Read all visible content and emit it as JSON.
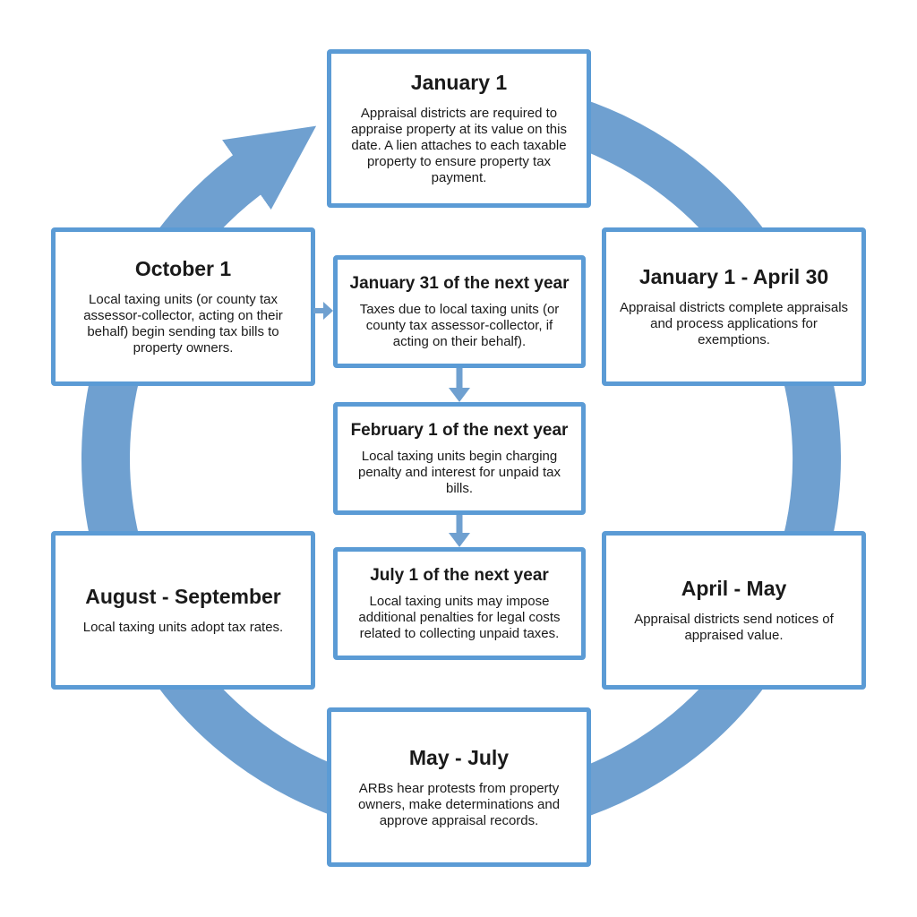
{
  "colors": {
    "ring_color": "#6FA0D0",
    "box_border": "#5B9BD5",
    "box_bg": "#FFFFFF",
    "text_color": "#1A1A1A",
    "background": "#FFFFFF"
  },
  "boxes": {
    "january1": {
      "title": "January 1",
      "body": "Appraisal districts are required to appraise property at its value on this date. A lien attaches to each taxable property to ensure property tax payment."
    },
    "january1_april30": {
      "title": "January 1 - April 30",
      "body": "Appraisal districts complete appraisals and process applications for exemptions."
    },
    "april_may": {
      "title": "April - May",
      "body": "Appraisal districts send notices of appraised value."
    },
    "may_july": {
      "title": "May - July",
      "body": "ARBs hear protests from property owners, make determinations and approve appraisal records."
    },
    "august_september": {
      "title": "August - September",
      "body": "Local taxing units adopt tax rates."
    },
    "october1": {
      "title": "October 1",
      "body": "Local taxing units (or county tax assessor-collector, acting on their behalf) begin sending tax bills to property owners."
    },
    "january31_next": {
      "title": "January 31 of the next year",
      "body": "Taxes due to local taxing units (or county tax assessor-collector, if acting on their behalf)."
    },
    "february1_next": {
      "title": "February 1 of the next year",
      "body": "Local taxing units begin charging penalty and interest for unpaid tax bills."
    },
    "july1_next": {
      "title": "July 1 of the next year",
      "body": "Local taxing units may impose additional penalties for legal costs related to collecting unpaid taxes."
    }
  }
}
